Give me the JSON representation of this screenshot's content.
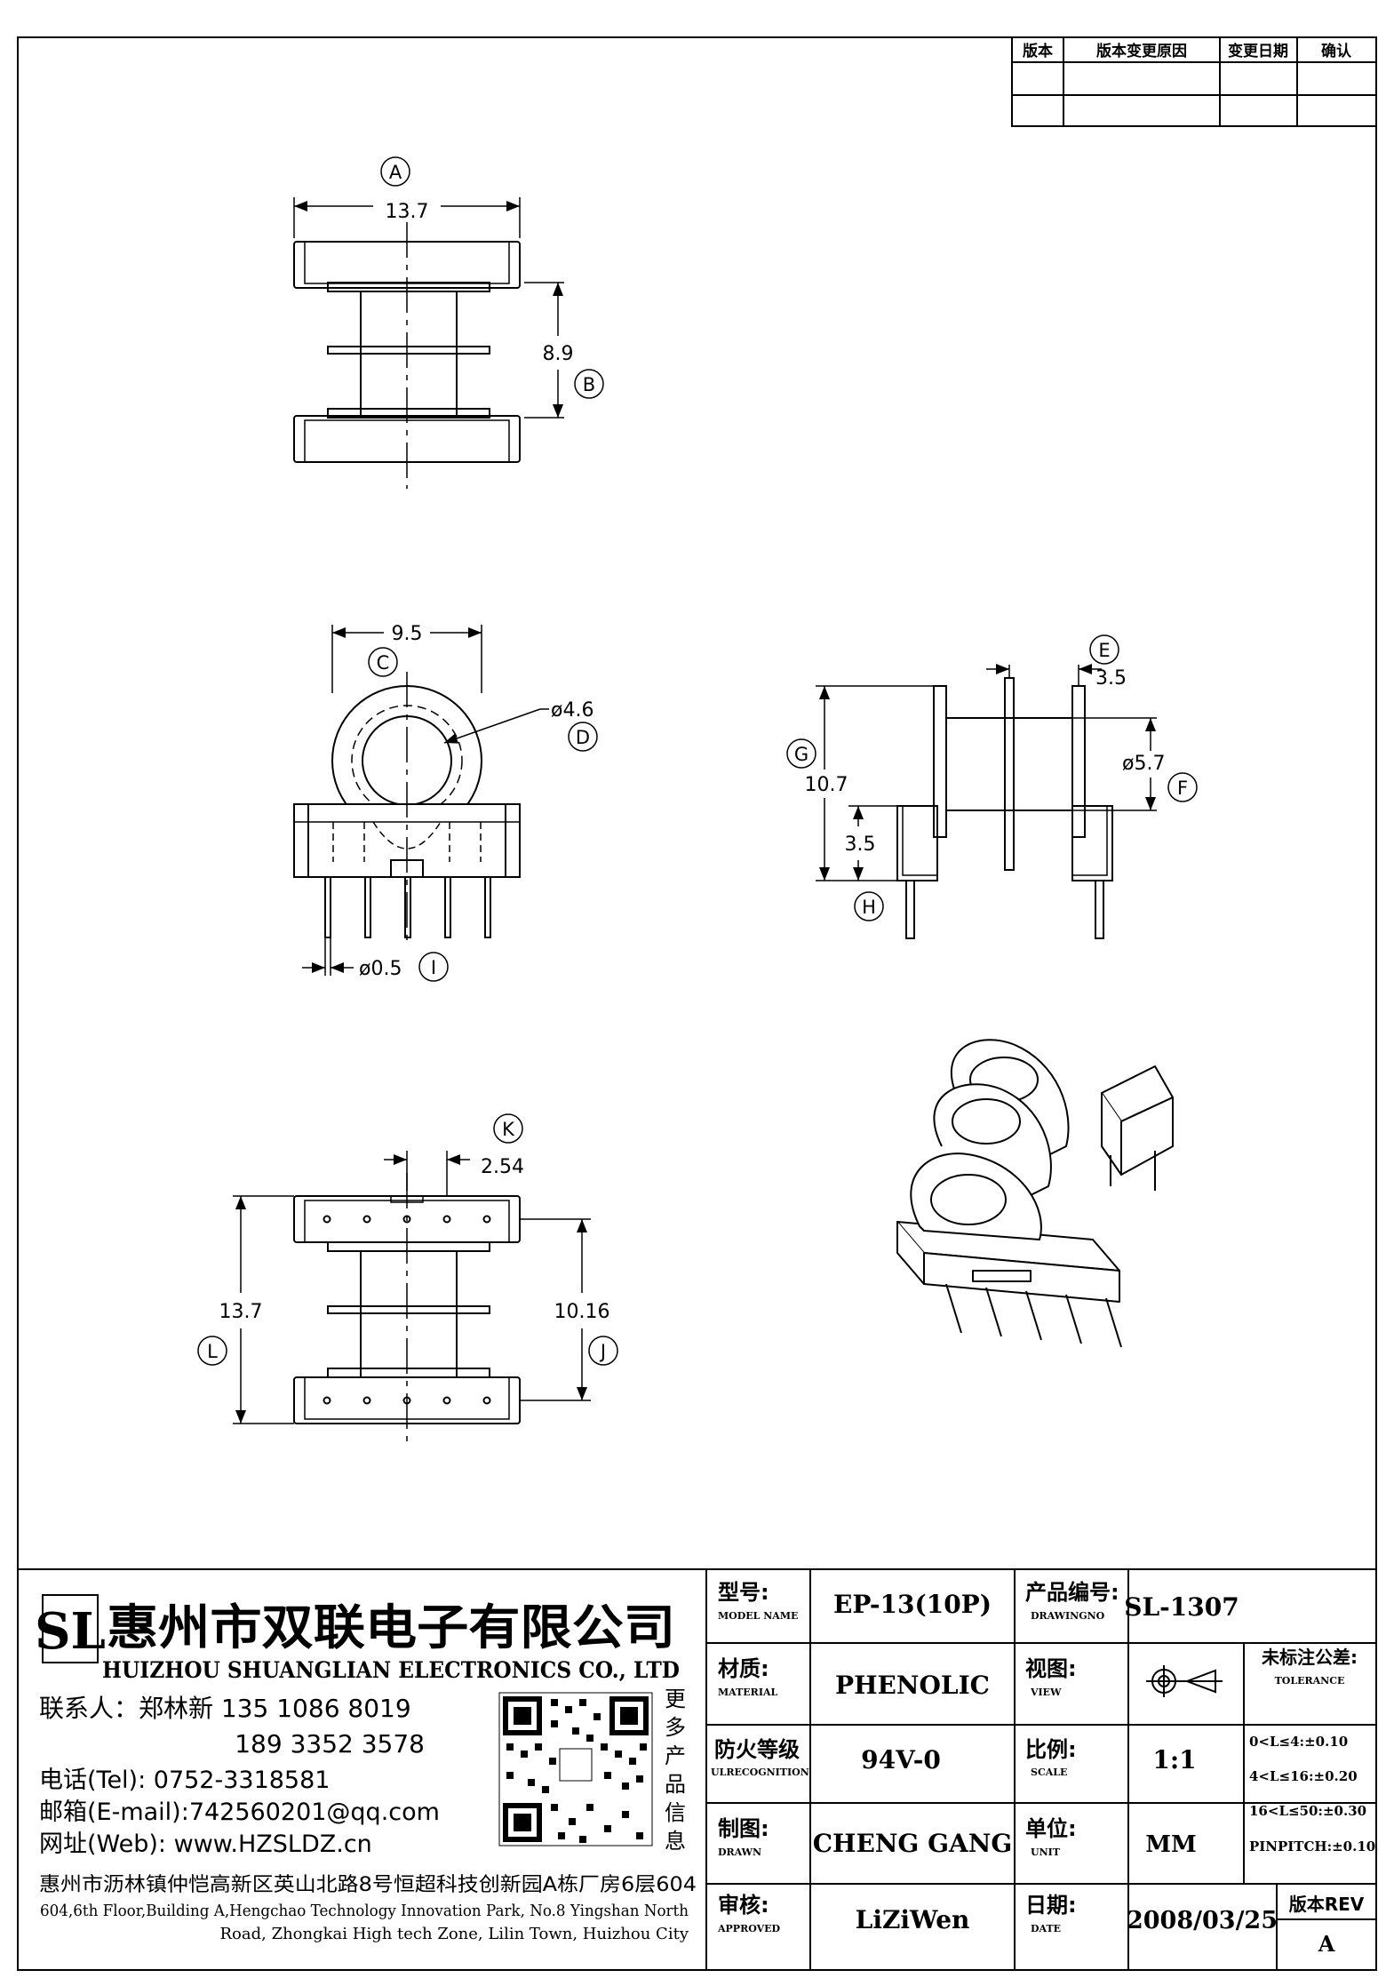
{
  "revision_table": {
    "headers": [
      "版本",
      "版本变更原因",
      "变更日期",
      "确认"
    ]
  },
  "dimensions": {
    "A": {
      "letter": "A",
      "value": "13.7"
    },
    "B": {
      "letter": "B",
      "value": "8.9"
    },
    "C": {
      "letter": "C",
      "value": "9.5"
    },
    "D": {
      "letter": "D",
      "value": "ø4.6"
    },
    "E": {
      "letter": "E",
      "value": "3.5"
    },
    "F": {
      "letter": "F",
      "value": "ø5.7"
    },
    "G": {
      "letter": "G",
      "value": "10.7"
    },
    "H": {
      "letter": "H",
      "value": "3.5"
    },
    "I": {
      "letter": "I",
      "value": "ø0.5"
    },
    "J": {
      "letter": "J",
      "value": "10.16"
    },
    "K": {
      "letter": "K",
      "value": "2.54"
    },
    "L": {
      "letter": "L",
      "value": "13.7"
    }
  },
  "company": {
    "logo_text": "SL",
    "name_cn": "惠州市双联电子有限公司",
    "name_en": "HUIZHOU SHUANGLIAN ELECTRONICS CO., LTD",
    "contact_line1": "联系人：郑林新  135 1086 8019",
    "contact_line2": "189 3352 3578",
    "tel": "电话(Tel): 0752-3318581",
    "email": "邮箱(E-mail):742560201@qq.com",
    "web": "网址(Web): www.HZSLDZ.cn",
    "qr_caption": [
      "更",
      "多",
      "产",
      "品",
      "信",
      "息"
    ],
    "address_cn": "惠州市沥林镇仲恺高新区英山北路8号恒超科技创新园A栋厂房6层604",
    "address_en_1": "604,6th Floor,Building A,Hengchao Technology Innovation Park, No.8 Yingshan North",
    "address_en_2": "Road, Zhongkai High tech Zone, Lilin Town, Huizhou City"
  },
  "title_block": {
    "model_label": "型号:",
    "model_label_en": "MODEL NAME",
    "model_value": "EP-13(10P)",
    "drawingno_label": "产品编号:",
    "drawingno_label_en": "DRAWINGNO",
    "drawingno_value": "SL-1307",
    "material_label": "材质:",
    "material_label_en": "MATERIAL",
    "material_value": "PHENOLIC",
    "view_label": "视图:",
    "view_label_en": "VIEW",
    "tolerance_label": "未标注公差:",
    "tolerance_label_en": "TOLERANCE",
    "fire_label": "防火等级",
    "fire_label_en": "ULRECOGNITION",
    "fire_value": "94V-0",
    "scale_label": "比例:",
    "scale_label_en": "SCALE",
    "scale_value": "1:1",
    "drawn_label": "制图:",
    "drawn_label_en": "DRAWN",
    "drawn_value": "CHENG GANG",
    "unit_label": "单位:",
    "unit_label_en": "UNIT",
    "unit_value": "MM",
    "approved_label": "审核:",
    "approved_label_en": "APPROVED",
    "approved_value": "LiZiWen",
    "date_label": "日期:",
    "date_label_en": "DATE",
    "date_value": "2008/03/25",
    "rev_label": "版本REV",
    "rev_value": "A",
    "tolerances": [
      "0<L≤4:±0.10",
      "4<L≤16:±0.20",
      "16<L≤50:±0.30",
      "PINPITCH:±0.10"
    ]
  }
}
